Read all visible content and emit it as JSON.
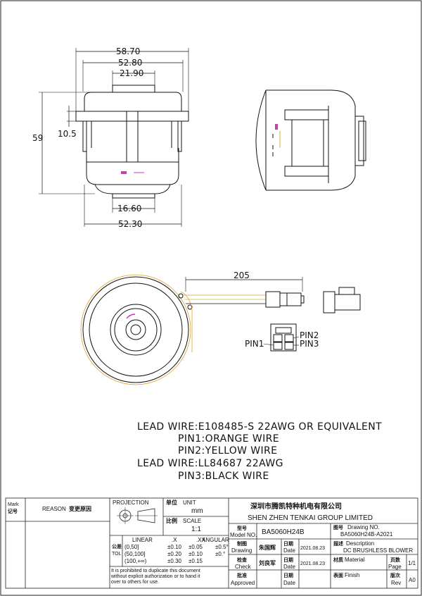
{
  "dimensions": {
    "top_overall": "58.70",
    "top_inner": "52.80",
    "top_small": "21.90",
    "height": "59",
    "flange": "10.5",
    "bottom_small": "16.60",
    "bottom_overall": "52.30",
    "wire_length": "205"
  },
  "pins": {
    "pin2": "PIN2",
    "pin1": "PIN1",
    "pin3": "PIN3"
  },
  "notes": [
    "LEAD WIRE:E108485-S 22AWG OR EQUIVALENT",
    "PIN1:ORANGE  WIRE",
    "PIN2:YELLOW  WIRE",
    "LEAD WIRE:LL84687   22AWG",
    "PIN3:BLACK   WIRE"
  ],
  "title_block": {
    "mark_label": "Mark",
    "mark_cn": "记号",
    "reason_label": "REASON",
    "reason_cn": "变更原因",
    "projection": "PROJECTION",
    "unit_cn": "单位",
    "unit_label": "UNIT",
    "unit_value": "mm",
    "scale_cn": "比例",
    "scale_label": "SCALE",
    "scale_value": "1:1",
    "tol_cn": "公差",
    "tol_label": "TOL",
    "linear_label": "LINEAR",
    "x_label": ".X",
    "xx_label": ".XX",
    "angular_label": "ANGULAR",
    "tol_rows": [
      {
        "range": "(0,50]",
        "x": "±0.10",
        "xx": "±0.05"
      },
      {
        "range": "(50,100]",
        "x": "±0.20",
        "xx": "±0.10"
      },
      {
        "range": "(100,+∞)",
        "x": "±0.30",
        "xx": "±0.15"
      }
    ],
    "angular_values": [
      "±0.5°",
      "±0.°"
    ],
    "disclaimer": [
      "It is prohibited to duplicate this document",
      "without explicit authorization or to hand it",
      "over to others for use."
    ],
    "company_cn": "深圳市腾凯特种机电有限公司",
    "company_en": "SHEN ZHEN  TENKAI  GROUP  LIMITED",
    "model_cn": "型号",
    "model_label": "Model  NO.",
    "model_value": "BA5060H24B",
    "drawing_no_cn": "图号",
    "drawing_no_label": "Drawing  NO.",
    "drawing_no_value": "BA5060H24B-A2021",
    "drawing_cn": "制图",
    "drawing_label": "Drawing",
    "drawer_name": "朱国辉",
    "date_cn": "日期",
    "date_label": "Date",
    "date_1": "2021.08.23",
    "desc_cn": "描述",
    "desc_label": "Description",
    "desc_value": "DC  BRUSHLESS  BLOWER",
    "check_cn": "检查",
    "check_label": "Check",
    "checker_name": "刘良军",
    "date_2": "2021.08.23",
    "material_cn": "材质",
    "material_label": "Material",
    "page_cn": "页数",
    "page_label": "Page",
    "page_value": "1/1",
    "approved_cn": "批准",
    "approved_label": "Approved",
    "finish_cn": "表面",
    "finish_label": "Finish",
    "rev_cn": "版次",
    "rev_label": "Rev",
    "rev_value": "A0"
  }
}
